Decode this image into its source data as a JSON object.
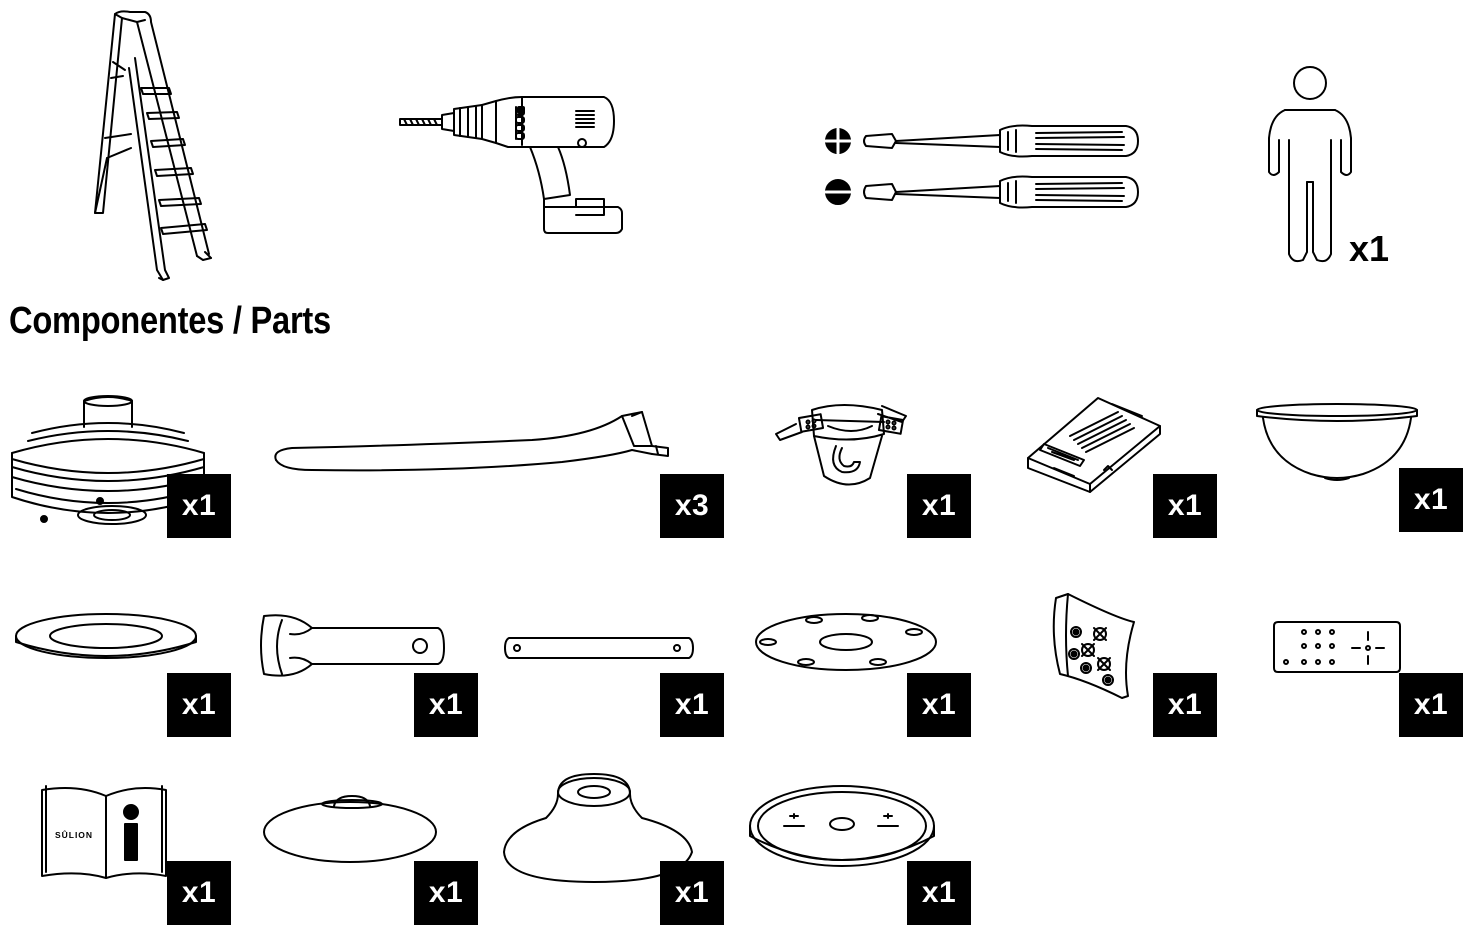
{
  "heading": "Componentes / Parts",
  "tools": {
    "person_count": "x1"
  },
  "manual_brand": "SÛLION",
  "parts": [
    {
      "name": "motor",
      "qty": "x1"
    },
    {
      "name": "blade",
      "qty": "x3"
    },
    {
      "name": "mounting-bracket",
      "qty": "x1"
    },
    {
      "name": "receiver",
      "qty": "x1"
    },
    {
      "name": "bowl-cover",
      "qty": "x1"
    },
    {
      "name": "ring",
      "qty": "x1"
    },
    {
      "name": "downrod-with-ball",
      "qty": "x1"
    },
    {
      "name": "short-rod",
      "qty": "x1"
    },
    {
      "name": "gasket-plate",
      "qty": "x1"
    },
    {
      "name": "screw-pack",
      "qty": "x1"
    },
    {
      "name": "template-plate",
      "qty": "x1"
    },
    {
      "name": "manual",
      "qty": "x1"
    },
    {
      "name": "disc-cover",
      "qty": "x1"
    },
    {
      "name": "canopy",
      "qty": "x1"
    },
    {
      "name": "mounting-plate",
      "qty": "x1"
    }
  ]
}
